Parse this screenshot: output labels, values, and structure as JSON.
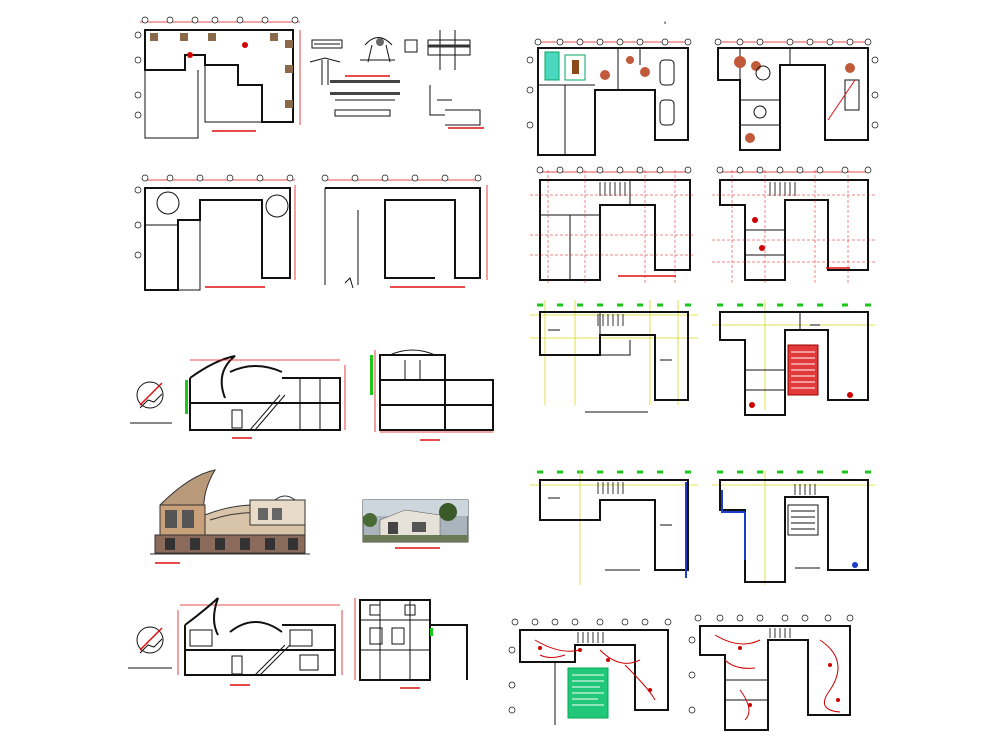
{
  "sheet": {
    "colors": {
      "background": "#ffffff",
      "walls": "#111111",
      "dimensions": "#dd1111",
      "grid_markers": "#19c819",
      "axes_yellow": "#d8d820",
      "highlight_blue": "#1a3ec8",
      "note_panel_green": "#22c87a"
    },
    "drawings": [
      {
        "id": "site-plan",
        "kind": "plan"
      },
      {
        "id": "construction-details",
        "kind": "details"
      },
      {
        "id": "foundation-plan",
        "kind": "plan"
      },
      {
        "id": "roof-structure-plan",
        "kind": "plan"
      },
      {
        "id": "section-a",
        "kind": "section"
      },
      {
        "id": "section-b",
        "kind": "section"
      },
      {
        "id": "front-elevation-render",
        "kind": "elevation"
      },
      {
        "id": "photo-thumbnail",
        "kind": "photo"
      },
      {
        "id": "section-c",
        "kind": "section"
      },
      {
        "id": "side-elevation",
        "kind": "elevation"
      },
      {
        "id": "ground-floor-furnished",
        "kind": "plan"
      },
      {
        "id": "upper-floor-furnished",
        "kind": "plan"
      },
      {
        "id": "ground-floor-dimensioned",
        "kind": "plan"
      },
      {
        "id": "upper-floor-dimensioned",
        "kind": "plan"
      },
      {
        "id": "ground-floor-axes",
        "kind": "plan"
      },
      {
        "id": "upper-floor-schedule",
        "kind": "plan"
      },
      {
        "id": "ground-floor-plumbing",
        "kind": "plan"
      },
      {
        "id": "upper-floor-plumbing",
        "kind": "plan"
      },
      {
        "id": "ground-floor-electrical",
        "kind": "plan"
      },
      {
        "id": "upper-floor-electrical",
        "kind": "plan"
      }
    ]
  }
}
